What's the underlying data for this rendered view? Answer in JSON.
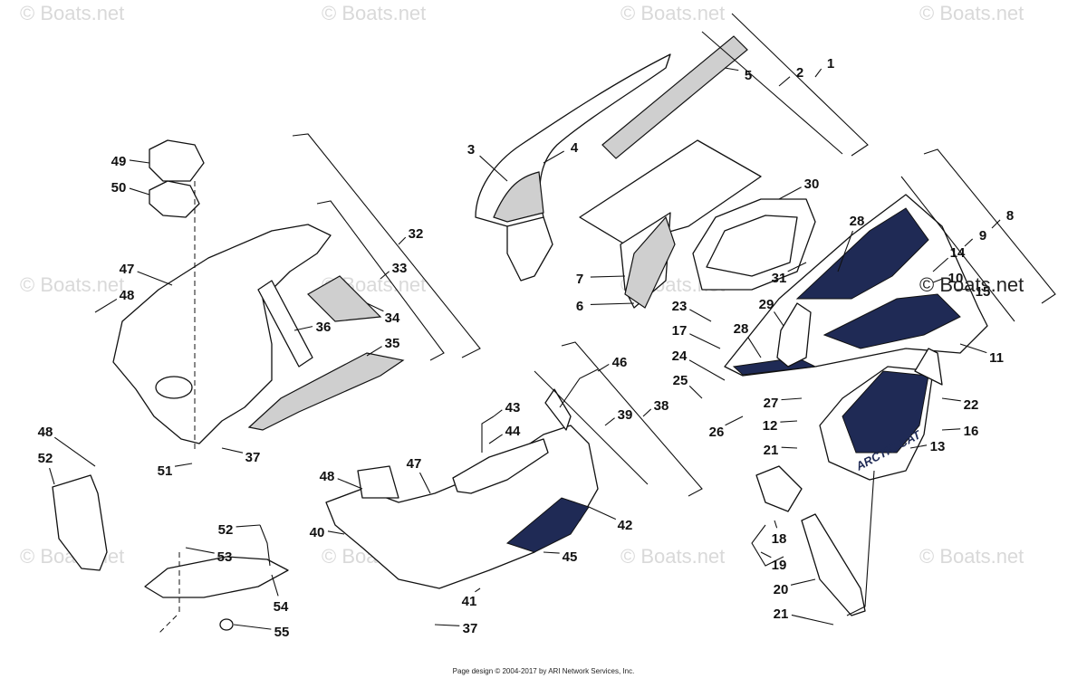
{
  "watermark": "© Boats.net",
  "brand_text": "ARCTIC CAT",
  "footer": "Page design © 2004-2017 by ARI Network Services, Inc.",
  "callouts": [
    {
      "id": "c1",
      "label": "1"
    },
    {
      "id": "c2",
      "label": "2"
    },
    {
      "id": "c3",
      "label": "3"
    },
    {
      "id": "c4",
      "label": "4"
    },
    {
      "id": "c5",
      "label": "5"
    },
    {
      "id": "c6",
      "label": "6"
    },
    {
      "id": "c7",
      "label": "7"
    },
    {
      "id": "c8",
      "label": "8"
    },
    {
      "id": "c9",
      "label": "9"
    },
    {
      "id": "c10",
      "label": "10"
    },
    {
      "id": "c11",
      "label": "11"
    },
    {
      "id": "c12",
      "label": "12"
    },
    {
      "id": "c13",
      "label": "13"
    },
    {
      "id": "c14",
      "label": "14"
    },
    {
      "id": "c15",
      "label": "15"
    },
    {
      "id": "c16",
      "label": "16"
    },
    {
      "id": "c17",
      "label": "17"
    },
    {
      "id": "c18",
      "label": "18"
    },
    {
      "id": "c19",
      "label": "19"
    },
    {
      "id": "c20",
      "label": "20"
    },
    {
      "id": "c21a",
      "label": "21"
    },
    {
      "id": "c21b",
      "label": "21"
    },
    {
      "id": "c22",
      "label": "22"
    },
    {
      "id": "c23",
      "label": "23"
    },
    {
      "id": "c24",
      "label": "24"
    },
    {
      "id": "c25",
      "label": "25"
    },
    {
      "id": "c26",
      "label": "26"
    },
    {
      "id": "c27",
      "label": "27"
    },
    {
      "id": "c28a",
      "label": "28"
    },
    {
      "id": "c28b",
      "label": "28"
    },
    {
      "id": "c29",
      "label": "29"
    },
    {
      "id": "c30",
      "label": "30"
    },
    {
      "id": "c31",
      "label": "31"
    },
    {
      "id": "c32",
      "label": "32"
    },
    {
      "id": "c33",
      "label": "33"
    },
    {
      "id": "c34",
      "label": "34"
    },
    {
      "id": "c35",
      "label": "35"
    },
    {
      "id": "c36",
      "label": "36"
    },
    {
      "id": "c37a",
      "label": "37"
    },
    {
      "id": "c37b",
      "label": "37"
    },
    {
      "id": "c38",
      "label": "38"
    },
    {
      "id": "c39",
      "label": "39"
    },
    {
      "id": "c40",
      "label": "40"
    },
    {
      "id": "c41",
      "label": "41"
    },
    {
      "id": "c42",
      "label": "42"
    },
    {
      "id": "c43",
      "label": "43"
    },
    {
      "id": "c44",
      "label": "44"
    },
    {
      "id": "c45",
      "label": "45"
    },
    {
      "id": "c46",
      "label": "46"
    },
    {
      "id": "c47a",
      "label": "47"
    },
    {
      "id": "c47b",
      "label": "47"
    },
    {
      "id": "c48a",
      "label": "48"
    },
    {
      "id": "c48b",
      "label": "48"
    },
    {
      "id": "c48c",
      "label": "48"
    },
    {
      "id": "c49",
      "label": "49"
    },
    {
      "id": "c50",
      "label": "50"
    },
    {
      "id": "c51",
      "label": "51"
    },
    {
      "id": "c52a",
      "label": "52"
    },
    {
      "id": "c52b",
      "label": "52"
    },
    {
      "id": "c53",
      "label": "53"
    },
    {
      "id": "c54",
      "label": "54"
    },
    {
      "id": "c55",
      "label": "55"
    }
  ]
}
